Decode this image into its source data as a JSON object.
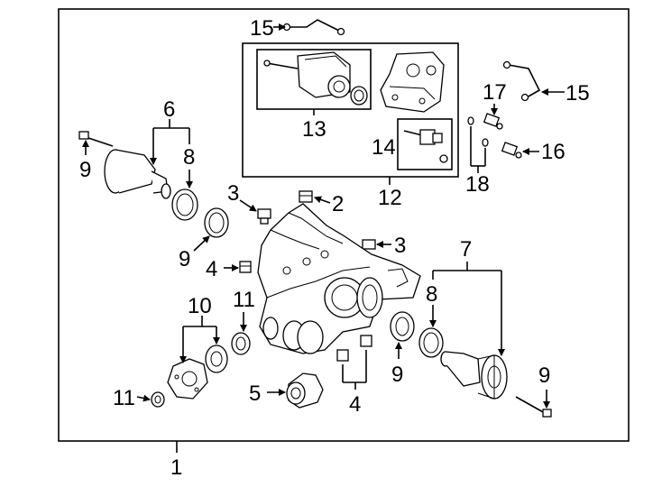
{
  "diagram": {
    "callouts": {
      "c1": "1",
      "c2": "2",
      "c3a": "3",
      "c3b": "3",
      "c4a": "4",
      "c4b": "4",
      "c5": "5",
      "c6": "6",
      "c7": "7",
      "c8a": "8",
      "c8b": "8",
      "c9a": "9",
      "c9b": "9",
      "c9c": "9",
      "c9d": "9",
      "c10": "10",
      "c11a": "11",
      "c11b": "11",
      "c12": "12",
      "c13": "13",
      "c14": "14",
      "c15a": "15",
      "c15b": "15",
      "c16": "16",
      "c17": "17",
      "c18": "18"
    }
  }
}
